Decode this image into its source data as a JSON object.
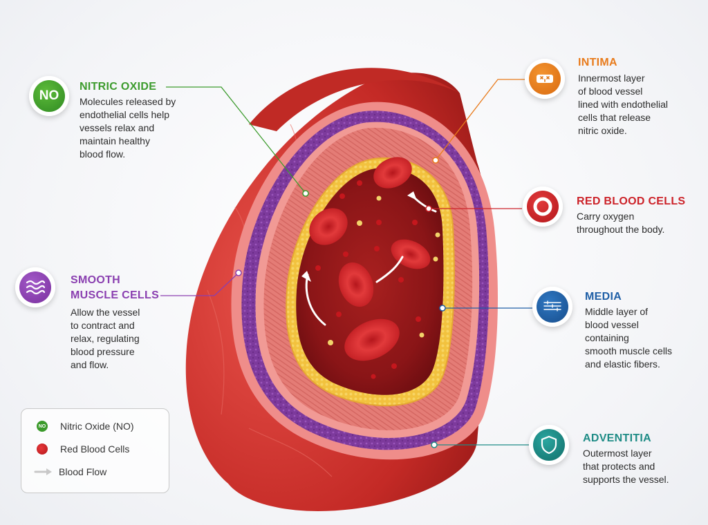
{
  "callouts": {
    "nitric_oxide": {
      "badge_text": "NO",
      "title": "NITRIC OXIDE",
      "description": "Molecules released by\nendothelial cells help\nvessels relax and\nmaintain healthy\nblood flow.",
      "color": "#3c9b2d"
    },
    "smooth_muscle": {
      "icon": "wave-lines-icon",
      "title_line1": "SMOOTH",
      "title_line2": "MUSCLE CELLS",
      "description": "Allow the vessel\nto contract and\nrelax, regulating\nblood pressure\nand flow.",
      "color": "#8a3fb0"
    },
    "intima": {
      "icon": "endothelial-cells-icon",
      "title": "INTIMA",
      "description": "Innermost layer\nof blood vessel\nlined with endothelial\ncells that release\nnitric oxide.",
      "color": "#e87b1c"
    },
    "red_blood_cells": {
      "icon": "red-blood-cell-icon",
      "title": "RED BLOOD CELLS",
      "description": "Carry oxygen\nthroughout the body.",
      "color": "#cc2229"
    },
    "media": {
      "icon": "muscle-fibers-icon",
      "title": "MEDIA",
      "description": "Middle layer of\nblood vessel\ncontaining\nsmooth muscle cells\nand elastic fibers.",
      "color": "#1f5fa6"
    },
    "adventitia": {
      "icon": "shield-icon",
      "title": "ADVENTITIA",
      "description": "Outermost layer\nthat protects and\nsupports the vessel.",
      "color": "#1f8c86"
    }
  },
  "legend": {
    "items": [
      {
        "icon": "no-dot-icon",
        "icon_text": "NO",
        "label": "Nitric Oxide (NO)"
      },
      {
        "icon": "red-blood-cell-icon",
        "label": "Red Blood Cells"
      },
      {
        "icon": "arrow-icon",
        "label": "Blood Flow"
      }
    ]
  }
}
